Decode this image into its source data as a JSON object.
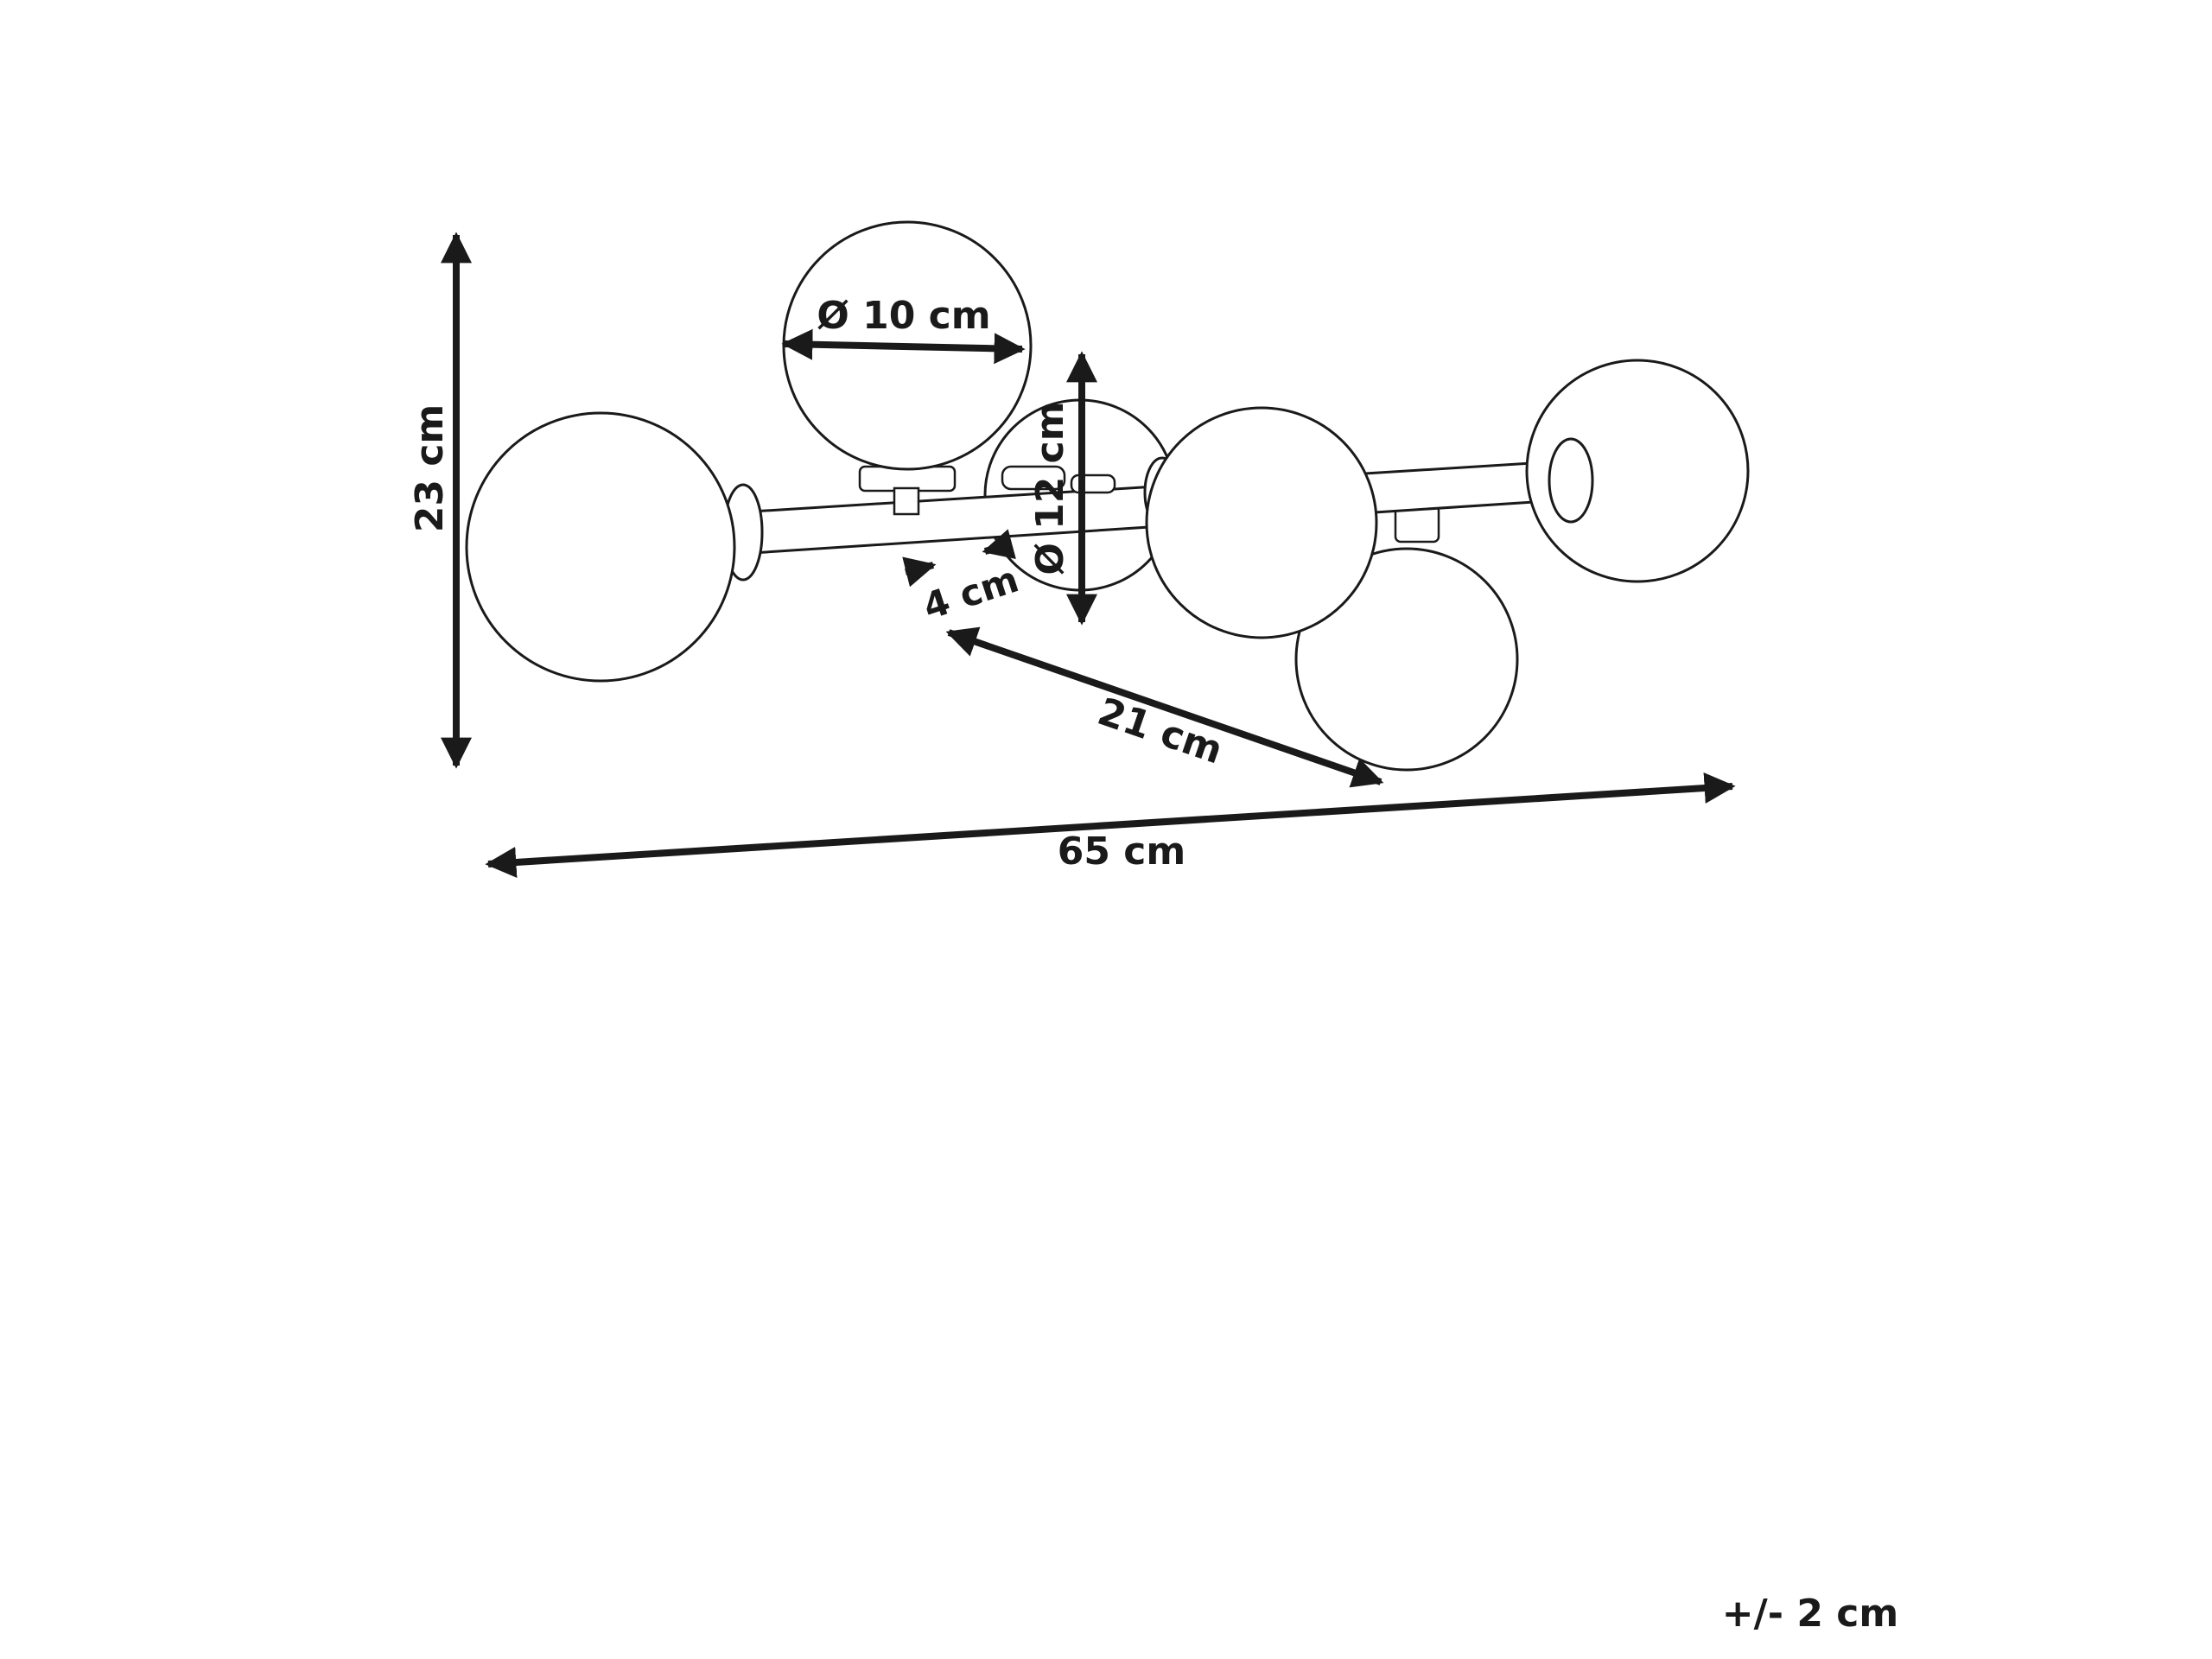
{
  "dimensions": {
    "height": "23 cm",
    "width": "65 cm",
    "globe_small_diameter": "Ø 10 cm",
    "globe_large_diameter": "Ø 12 cm",
    "arm_offset": "4 cm",
    "arm_length": "21 cm",
    "tolerance": "+/- 2 cm"
  },
  "colors": {
    "line": "#1a1a1a",
    "background": "#ffffff"
  }
}
